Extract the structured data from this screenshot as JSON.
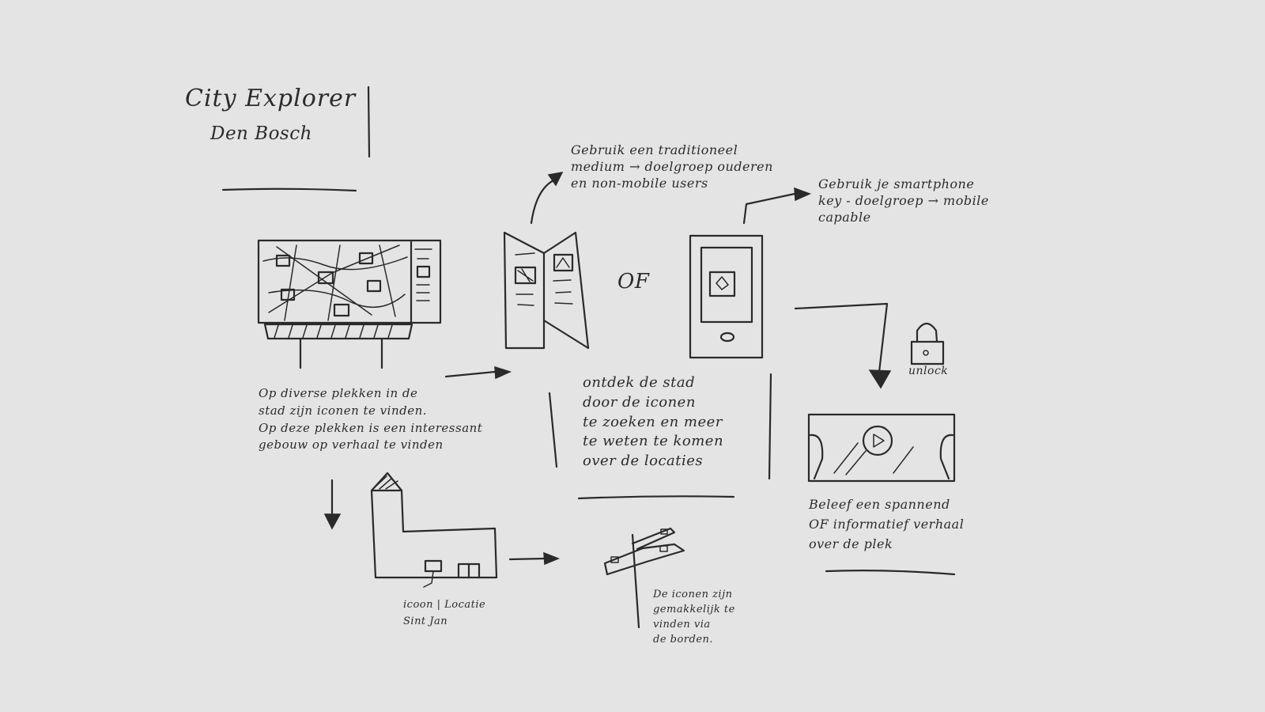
{
  "title": {
    "line1": "City Explorer",
    "line2": "Den Bosch"
  },
  "notes": {
    "traditional": "Gebruik een traditioneel\nmedium → doelgroep ouderen\nen non-mobile users",
    "of": "OF",
    "smartphone": "Gebruik je smartphone\nkey - doelgroep → mobile\ncapable",
    "unlock": "unlock",
    "icons_in_city": "Op diverse plekken in de\nstad zijn iconen te vinden.\nOp deze plekken is een interessant\ngebouw op verhaal te vinden",
    "discover": "ontdek de stad\ndoor de iconen\nte zoeken en meer\nte weten te komen\nover de locaties",
    "experience": "Beleef een spannend\nOF informatief verhaal\nover de plek",
    "icon_location": "icoon | Locatie\nSint Jan",
    "signs": "De iconen zijn\ngemakkelijk te\nvinden via\nde borden."
  },
  "colors": {
    "background": "#e4e4e4",
    "ink": "#2a2a2a"
  }
}
